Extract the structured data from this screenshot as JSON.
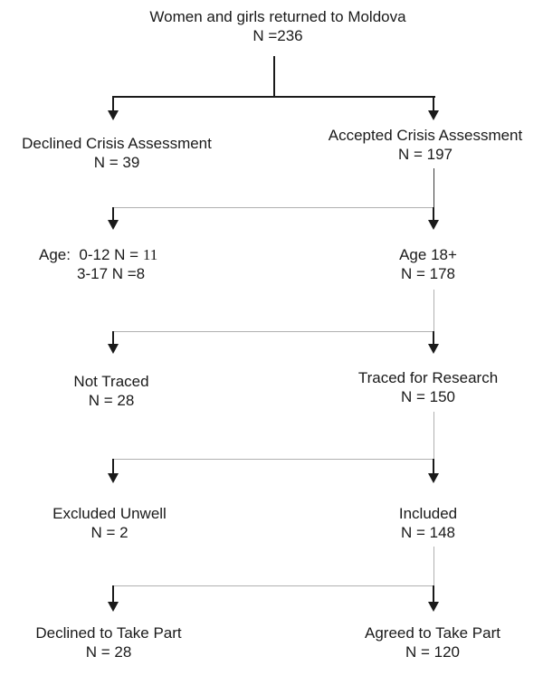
{
  "diagram": {
    "title": {
      "line1": "Women and girls returned to Moldova",
      "line2": "N =236"
    },
    "rows": [
      {
        "left": {
          "line1": "Declined Crisis Assessment",
          "line2": "N = 39"
        },
        "right": {
          "line1": "Accepted Crisis Assessment",
          "line2": "N = 197"
        }
      },
      {
        "left": {
          "line1_text": "Age:  0-12 N = ",
          "line1_serif": "11",
          "line2": "3-17 N =8"
        },
        "right": {
          "line1": "Age 18+",
          "line2": "N = 178"
        }
      },
      {
        "left": {
          "line1": "Not Traced",
          "line2": "N = 28"
        },
        "right": {
          "line1": "Traced for Research",
          "line2": "N = 150"
        }
      },
      {
        "left": {
          "line1": "Excluded Unwell",
          "line2": "N = 2"
        },
        "right": {
          "line1": "Included",
          "line2": "N = 148"
        }
      },
      {
        "left": {
          "line1": "Declined to Take Part",
          "line2": "N = 28"
        },
        "right": {
          "line1": "Agreed to Take Part",
          "line2": "N = 120"
        }
      }
    ],
    "colors": {
      "arrow": "#1a1a1a",
      "connector_gray": "#b0b0b0",
      "text": "#1a1a1a",
      "background": "#ffffff"
    }
  }
}
